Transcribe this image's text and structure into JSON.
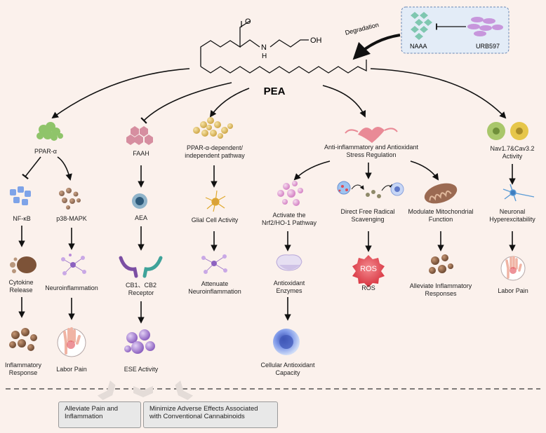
{
  "molecule": {
    "name": "PEA",
    "oh_label": "OH",
    "nh_label": "N",
    "h_label": "H",
    "o_label": "O"
  },
  "degradation": {
    "label": "Degradation",
    "enzyme": "NAAA",
    "inhibitor": "URB597"
  },
  "branches": {
    "ppar": {
      "head": "PPAR-α",
      "nfkb": "NF-κB",
      "cytokine": "Cytokine Release",
      "inflammatory": "Inflammatory Response",
      "p38": "p38-MAPK",
      "neuroinflammation": "Neuroinflammation",
      "labor_pain": "Labor Pain"
    },
    "faah": {
      "head": "FAAH",
      "aea": "AEA",
      "receptor": "CB1、CB2 Receptor",
      "ese": "ESE Activity"
    },
    "pathway": {
      "head": "PPAR-α-dependent/ independent pathway",
      "glial": "Glial Cell Activity",
      "attenuate": "Attenuate Neuroinflammation"
    },
    "antiox": {
      "head": "Anti-inflammatory and Antioxidant Stress Regulation",
      "nrf2": "Activate the Nrf2/HO-1 Pathway",
      "enzymes": "Antioxidant Enzymes",
      "capacity": "Cellular Antioxidant Capacity",
      "scavenging": "Direct Free Radical Scavenging",
      "ros_badge": "ROS",
      "ros": "ROS",
      "mito": "Modulate Mitochondrial Function",
      "alleviate": "Alleviate Inflammatory Responses"
    },
    "nav": {
      "head": "Nav1.7&Cav3.2 Activity",
      "hyper": "Neuronal Hyperexcitability",
      "labor_pain": "Labor Pain"
    }
  },
  "outcomes": [
    "Alleviate Pain and Inflammation",
    "Minimize Adverse Effects Associated with Conventional Cannabinoids"
  ],
  "colors": {
    "background": "#fbf1ec",
    "green": "#8fc46a",
    "pink": "#d98a9a",
    "gold": "#e3c472",
    "purple": "#9a72c6",
    "brown": "#8a6045",
    "blue": "#5d7fd6",
    "ros": "#e14b55",
    "teal": "#6fc2b4"
  }
}
